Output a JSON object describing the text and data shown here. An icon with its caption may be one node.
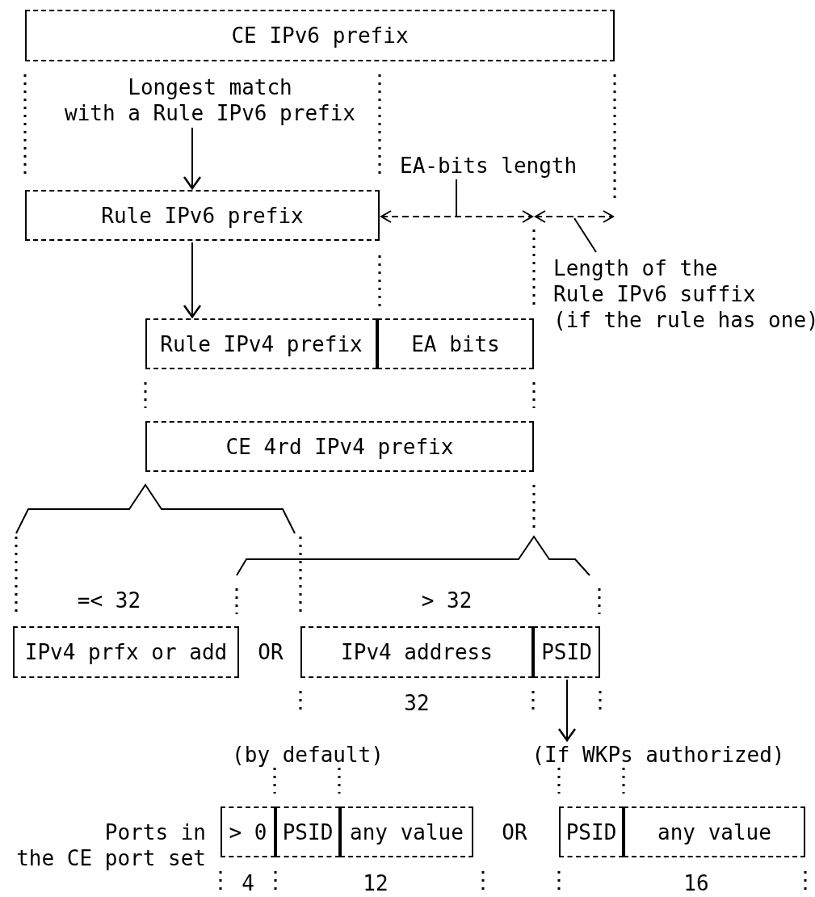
{
  "diagram": {
    "nodes": [
      {
        "text": [
          "CE IPv6 prefix"
        ]
      },
      {
        "text": [
          "Longest match with a Rule IPv6 prefix"
        ]
      },
      {
        "text": [
          "Rule IPv6 prefix"
        ]
      },
      {
        "text": [
          "Rule IPv4 prefix"
        ]
      },
      {
        "text": [
          "EA bits"
        ]
      },
      {
        "text": [
          "CE 4rd IPv4 prefix"
        ]
      },
      {
        "text": [
          "IPv4 prfx or add"
        ]
      },
      {
        "text": [
          "IPv4 address"
        ]
      },
      {
        "text": [
          "PSID"
        ]
      },
      {
        "text": [
          "(If WKPs authorized)"
        ]
      },
      {
        "text": [
          "> 0"
        ]
      },
      {
        "text": [
          "PSID"
        ]
      },
      {
        "text": [
          "any value"
        ]
      },
      {
        "text": [
          "PSID"
        ]
      },
      {
        "text": [
          "any value"
        ]
      }
    ],
    "edges": [
      {
        "from": 1,
        "to": 2,
        "arrow": "to"
      },
      {
        "from": 2,
        "to": 3,
        "arrow": "to"
      },
      {
        "from": 8,
        "to": 9,
        "arrow": "to"
      }
    ],
    "labels": [
      "EA-bits length",
      "Length of the Rule IPv6 suffix (if the rule has one)",
      "=< 32",
      "> 32",
      "OR",
      "32",
      "(by default)",
      "Ports in the CE port set",
      "OR",
      "4",
      "12",
      "16"
    ]
  }
}
